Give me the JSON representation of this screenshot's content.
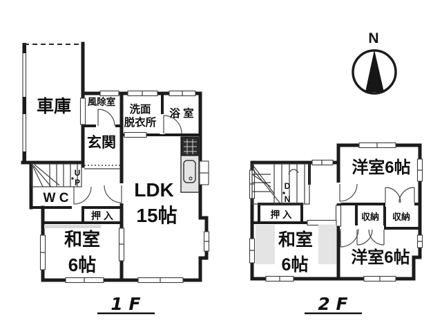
{
  "floor1": {
    "label": "1 F",
    "rooms": {
      "garage": "車庫",
      "windbreak_room": "風除室",
      "washroom_line1": "洗面",
      "washroom_line2": "脱衣所",
      "bathroom": "浴 室",
      "entrance": "玄関",
      "toilet": "W C",
      "closet": "押 入",
      "tatami_room_name": "和室",
      "tatami_room_size": "6帖",
      "ldk_name": "LDK",
      "ldk_size": "15帖",
      "stairs_up_letter1": "U",
      "stairs_up_letter2": "P"
    }
  },
  "floor2": {
    "label": "2 F",
    "rooms": {
      "closet": "押 入",
      "tatami_room_name": "和室",
      "tatami_room_size": "6帖",
      "western_room_top": "洋室6帖",
      "storage_left": "収納",
      "storage_right": "収納",
      "western_room_bottom": "洋室6帖",
      "stairs_down_letter1": "D",
      "stairs_down_letter2": "N"
    }
  },
  "compass": {
    "north": "N"
  },
  "colors": {
    "wall": "#1c1c1c",
    "line": "#3a3a3a",
    "background": "#ffffff",
    "shade": "#e4e4e4"
  }
}
